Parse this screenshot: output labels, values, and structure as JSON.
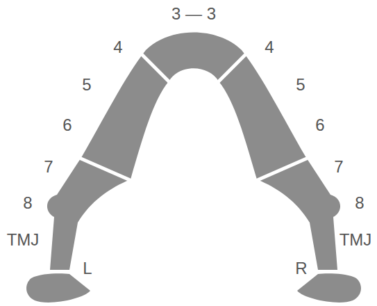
{
  "diagram": {
    "labels": [
      "3 — 3",
      "4",
      "4",
      "5",
      "5",
      "6",
      "6",
      "7",
      "7",
      "8",
      "8",
      "TMJ",
      "TMJ",
      "L",
      "R"
    ]
  }
}
